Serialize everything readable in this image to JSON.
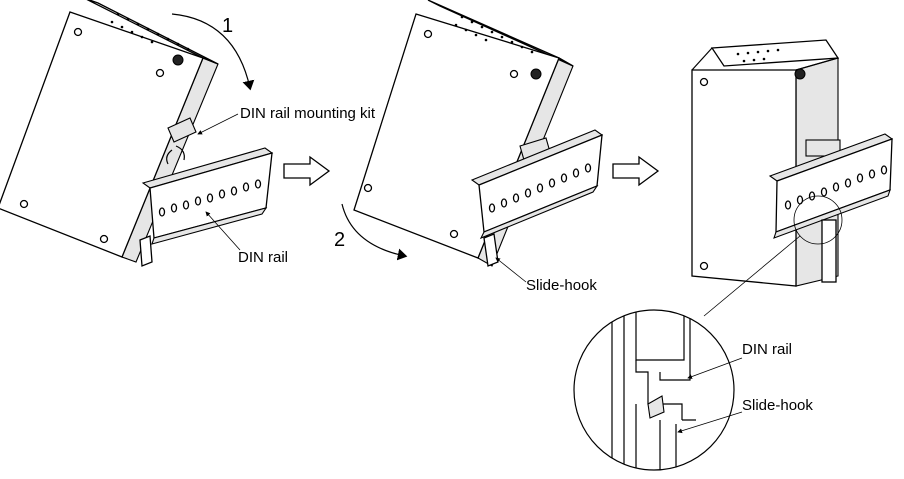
{
  "step_labels": {
    "step1": "1",
    "step2": "2"
  },
  "callouts": {
    "mounting_kit": "DIN rail mounting kit",
    "din_rail_step1": "DIN rail",
    "slide_hook_step2": "Slide-hook",
    "detail_din_rail": "DIN rail",
    "detail_slide_hook": "Slide-hook"
  },
  "icons": [
    "arrow-right-icon",
    "curved-arrow-icon",
    "magnifier-circle-icon"
  ]
}
